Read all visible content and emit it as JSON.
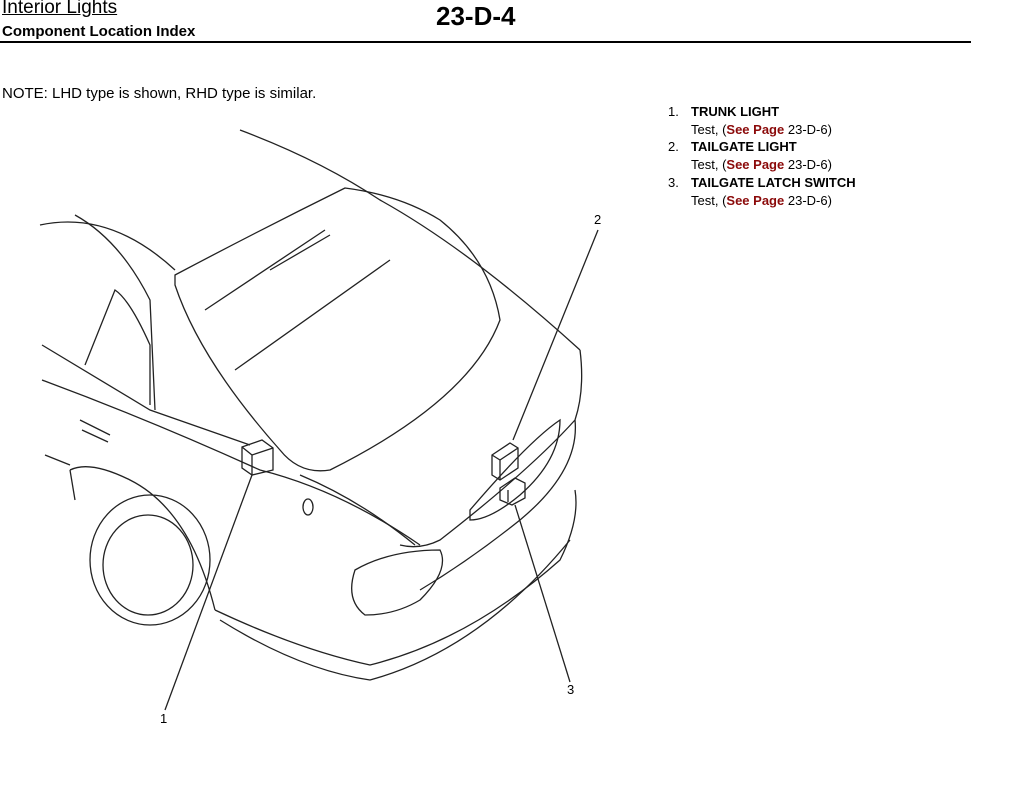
{
  "header": {
    "title": "Interior Lights",
    "subtitle": "Component Location Index",
    "page": "23-D-4"
  },
  "note": "NOTE: LHD type is shown, RHD type is similar.",
  "components": [
    {
      "num": "1.",
      "name": "TRUNK LIGHT",
      "prefix": "Test, (",
      "link": "See Page",
      "ref": "23-D-6)"
    },
    {
      "num": "2.",
      "name": "TAILGATE LIGHT",
      "prefix": "Test, (",
      "link": "See Page",
      "ref": "23-D-6)"
    },
    {
      "num": "3.",
      "name": "TAILGATE LATCH SWITCH",
      "prefix": "Test, (",
      "link": "See Page",
      "ref": "23-D-6)"
    }
  ],
  "callouts": {
    "c1": "1",
    "c2": "2",
    "c3": "3"
  },
  "colors": {
    "link": "#8b0a0a"
  }
}
